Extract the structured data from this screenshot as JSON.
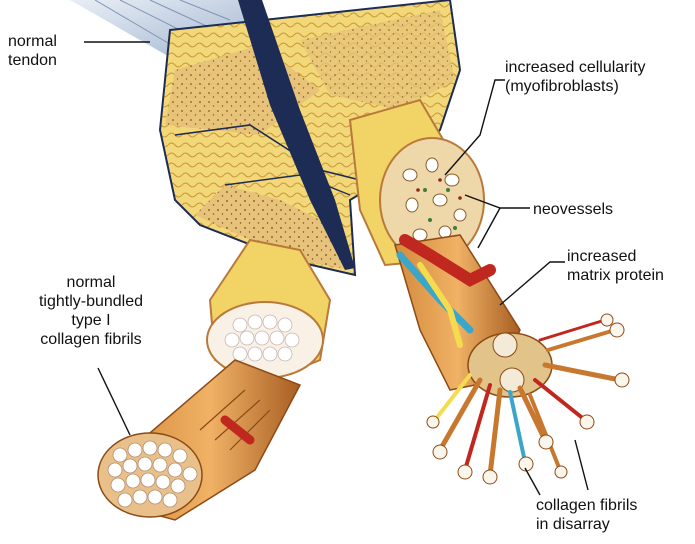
{
  "labels": {
    "normal_tendon": [
      "normal",
      "tendon"
    ],
    "increased_cellularity": [
      "increased cellularity",
      "(myofibroblasts)"
    ],
    "neovessels": [
      "neovessels"
    ],
    "increased_matrix_protein": [
      "increased",
      "matrix protein"
    ],
    "normal_collagen": [
      "normal",
      "tightly-bundled",
      "type I",
      "collagen fibrils"
    ],
    "collagen_disarray": [
      "collagen fibrils",
      "in disarray"
    ]
  },
  "colors": {
    "background": "#ffffff",
    "tissue_yellow": "#f4dc6e",
    "tissue_tan": "#e3b96d",
    "capsule_brown": "#b9793a",
    "fiber_orange": "#c8772e",
    "vessel_red": "#c0281f",
    "vessel_blue": "#3aa6c9",
    "outline_navy": "#1d2c55",
    "fibril_white": "#fbf6ec"
  }
}
